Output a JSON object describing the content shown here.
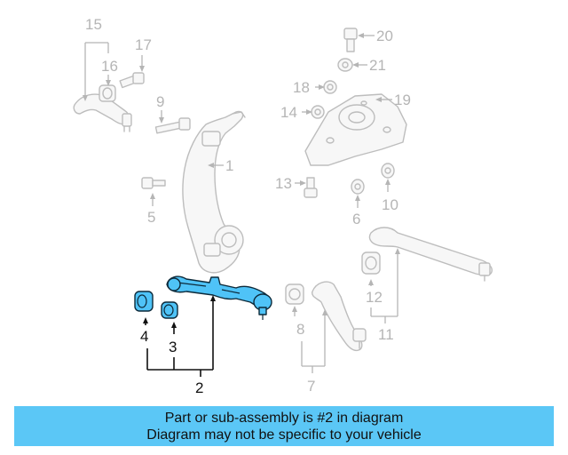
{
  "callouts": {
    "c1": "1",
    "c2": "2",
    "c3": "3",
    "c4": "4",
    "c5": "5",
    "c6": "6",
    "c7": "7",
    "c8": "8",
    "c9": "9",
    "c10": "10",
    "c11": "11",
    "c12": "12",
    "c13": "13",
    "c14": "14",
    "c15": "15",
    "c16": "16",
    "c17": "17",
    "c18": "18",
    "c19": "19",
    "c20": "20",
    "c21": "21"
  },
  "highlighted_part": "2",
  "banner": {
    "line1": "Part or sub-assembly is #2 in diagram",
    "line2": "Diagram may not be specific to your vehicle"
  },
  "colors": {
    "highlight": "#4fc3f7",
    "banner_bg": "#5bc7f6",
    "ghost_parts": "#bdbdbd"
  }
}
